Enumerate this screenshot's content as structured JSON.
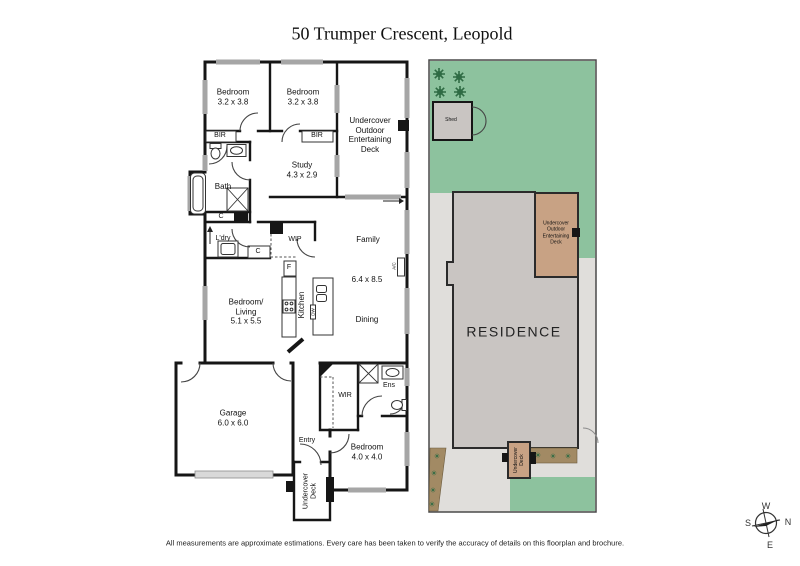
{
  "title": "50 Trumper Crescent, Leopold",
  "disclaimer": "All measurements are approximate estimations. Every care has been taken to verify the accuracy of details on this floorplan and brochure.",
  "floorplan": {
    "bedroom1": {
      "name": "Bedroom",
      "dims": "3.2 x 3.8"
    },
    "bedroom2": {
      "name": "Bedroom",
      "dims": "3.2 x 3.8"
    },
    "outdoor_deck": {
      "name": "Undercover Outdoor Entertaining Deck"
    },
    "study": {
      "name": "Study",
      "dims": "4.3 x 2.9"
    },
    "bath": {
      "name": "Bath"
    },
    "bir_left": {
      "name": "BIR"
    },
    "bir_right": {
      "name": "BIR"
    },
    "cupboard1": {
      "name": "C"
    },
    "cupboard2": {
      "name": "C"
    },
    "laundry": {
      "name": "L'dry"
    },
    "pantry": {
      "name": "WIP"
    },
    "fridge": {
      "name": "F"
    },
    "kitchen": {
      "name": "Kitchen"
    },
    "dishwasher": {
      "name": "DW"
    },
    "aircon": {
      "name": "A/C"
    },
    "family": {
      "name": "Family",
      "dims": "6.4 x 8.5"
    },
    "dining": {
      "name": "Dining"
    },
    "bedroom_living": {
      "name": "Bedroom/ Living",
      "dims": "5.1 x 5.5"
    },
    "garage": {
      "name": "Garage",
      "dims": "6.0 x 6.0"
    },
    "entry": {
      "name": "Entry"
    },
    "wir": {
      "name": "WIR"
    },
    "ensuite": {
      "name": "Ens"
    },
    "bedroom3": {
      "name": "Bedroom",
      "dims": "4.0 x 4.0"
    },
    "under_deck": {
      "name": "Undercover Deck"
    }
  },
  "siteplan": {
    "shed": {
      "name": "Shed"
    },
    "residence": {
      "name": "RESIDENCE"
    },
    "outdoor_deck": {
      "name": "Undercover Outdoor Entertaining Deck"
    },
    "under_deck": {
      "name": "Undercover Deck"
    }
  },
  "compass": {
    "n": "N",
    "e": "E",
    "s": "S",
    "w": "W"
  },
  "colors": {
    "wall": "#161616",
    "window": "#a6a6a6",
    "lawn": "#8dc29e",
    "residence": "#c9c5c2",
    "deck": "#c8a284",
    "path": "#e0dedb",
    "garden": "#a28a64",
    "plant": "#2f6b44"
  }
}
